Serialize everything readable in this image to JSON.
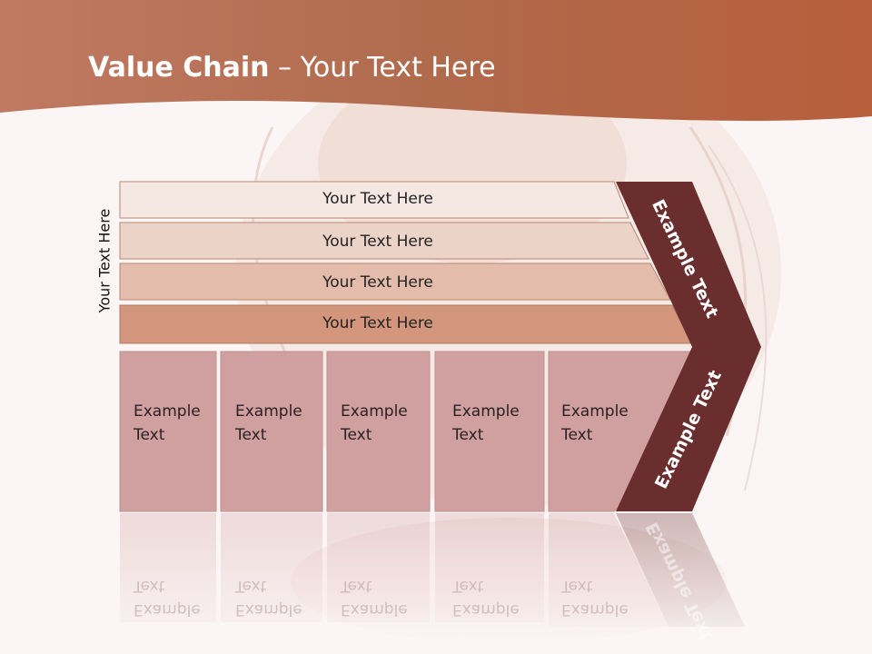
{
  "slide": {
    "title_bold": "Value Chain",
    "title_rest": " – Your Text Here",
    "side_label": "Your Text Here",
    "rows": [
      {
        "label": "Your Text Here"
      },
      {
        "label": "Your Text Here"
      },
      {
        "label": "Your Text Here"
      },
      {
        "label": "Your Text Here"
      }
    ],
    "columns": [
      {
        "line1": "Example",
        "line2": "Text"
      },
      {
        "line1": "Example",
        "line2": "Text"
      },
      {
        "line1": "Example",
        "line2": "Text"
      },
      {
        "line1": "Example",
        "line2": "Text"
      },
      {
        "line1": "Example",
        "line2": "Text"
      }
    ],
    "chevron_top_label": "Example Text",
    "chevron_bottom_label": "Example Text"
  },
  "colors": {
    "header": "#b8674a",
    "row_fills": [
      "#f5e8e2",
      "#ecd3c8",
      "#e3bcab",
      "#d3967c"
    ],
    "column_fill": "#d0a0a0",
    "chevron": "#6b2e2e"
  }
}
